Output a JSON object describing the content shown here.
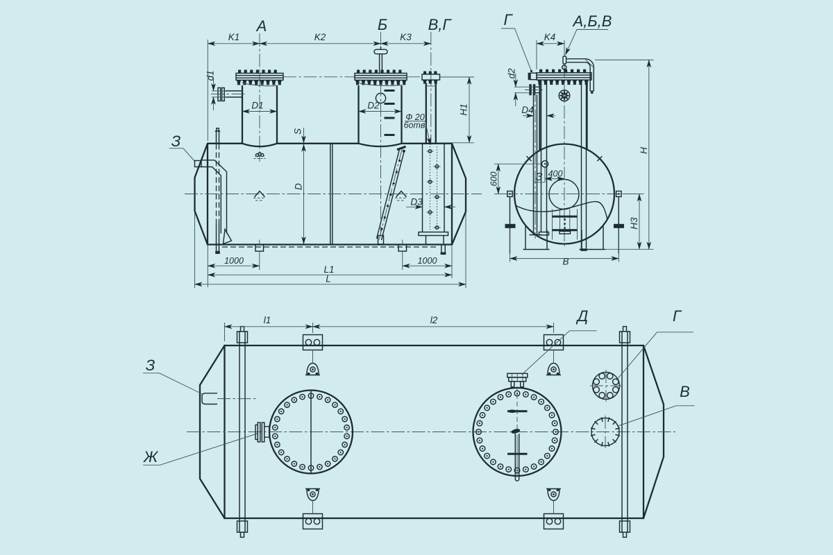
{
  "document_type": "technical-drawing",
  "subject": "horizontal cylindrical drainage tank with manholes, three orthographic views",
  "colors": {
    "background": "#d2ebee",
    "ink": "#1d2c31",
    "thin_line": "#41545a"
  },
  "side_view": {
    "nozzle_label_a": "А",
    "nozzle_label_b": "Б",
    "nozzle_label_vg": "В,Г",
    "label_z": "З",
    "dim_k1": "K1",
    "dim_k2": "K2",
    "dim_k3": "K3",
    "dim_d1_pipe": "d1",
    "dim_d1_neck": "D1",
    "dim_d2_neck": "D2",
    "dim_d3_well": "D3",
    "dim_s": "S",
    "dim_d": "D",
    "dim_h1": "H1",
    "hole_note_line1": "Ф 20",
    "hole_note_line2": "6отв",
    "dim_1000_left": "1000",
    "dim_1000_right": "1000",
    "dim_l1": "L1",
    "dim_l": "L"
  },
  "end_view": {
    "label_g": "Г",
    "label_abv": "А,Б,В",
    "label_z": "З",
    "dim_k4": "K4",
    "dim_d2_pipe": "d2",
    "dim_d4": "D4",
    "dim_600": "600",
    "dim_400": "400",
    "dim_h": "H",
    "dim_h3": "H3",
    "dim_b": "B"
  },
  "plan_view": {
    "dim_l1": "l1",
    "dim_l2": "l2",
    "label_d": "Д",
    "label_g": "Г",
    "label_v": "В",
    "label_z": "З",
    "label_zh": "Ж"
  }
}
